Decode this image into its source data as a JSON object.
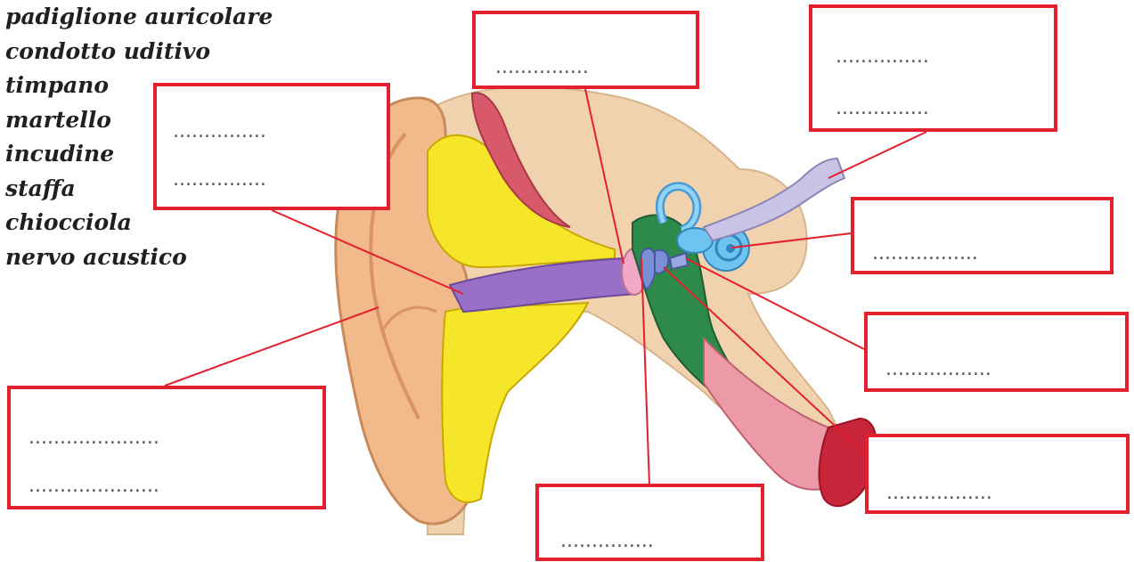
{
  "word_list": [
    "padiglione auricolare",
    "condotto uditivo",
    "timpano",
    "martello",
    "incudine",
    "staffa",
    "chiocciola",
    "nervo acustico"
  ],
  "answer_boxes": [
    {
      "name": "label-box-top-left",
      "lines": [
        "...............",
        "..............."
      ]
    },
    {
      "name": "label-box-top-center",
      "lines": [
        "..............."
      ]
    },
    {
      "name": "label-box-top-right",
      "lines": [
        "...............",
        "..............."
      ]
    },
    {
      "name": "label-box-right-upper",
      "lines": [
        "................."
      ]
    },
    {
      "name": "label-box-right-middle",
      "lines": [
        "................."
      ]
    },
    {
      "name": "label-box-right-lower",
      "lines": [
        "................."
      ]
    },
    {
      "name": "label-box-bottom-center",
      "lines": [
        "..............."
      ]
    },
    {
      "name": "label-box-bottom-left",
      "lines": [
        ".....................",
        "....................."
      ]
    }
  ],
  "colors": {
    "box_border": "#e3202e",
    "leader_line": "#e3202e",
    "skin": "#f2b98a",
    "skin_dark": "#d99466",
    "bone": "#f0d2ae",
    "cartilage": "#f5e62a",
    "canal": "#9a6fc8",
    "eardrum": "#f3a8c8",
    "ossicles": "#7a8fd6",
    "middle_ear": "#2e8a4a",
    "cochlea": "#6ec4ee",
    "nerve": "#c9c4e6",
    "muscle": "#d85a6a",
    "tube": "#c8243a"
  }
}
